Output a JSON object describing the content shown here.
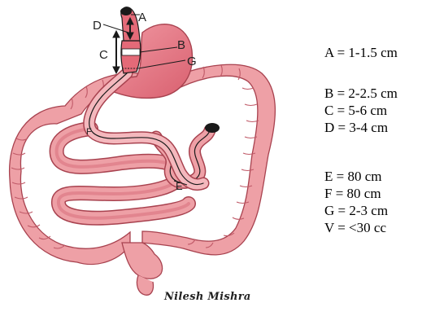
{
  "diagram": {
    "labels": {
      "a": "A",
      "b": "B",
      "c": "C",
      "d": "D",
      "e": "E",
      "f": "F",
      "g": "G"
    },
    "signature": "Nilesh Mishra"
  },
  "legend": {
    "groups": [
      {
        "items": [
          {
            "text": "A = 1-1.5 cm"
          }
        ]
      },
      {
        "items": [
          {
            "text": "B = 2-2.5 cm"
          },
          {
            "text": "C = 5-6 cm"
          },
          {
            "text": "D = 3-4 cm"
          }
        ]
      },
      {
        "items": [
          {
            "text": "E = 80 cm"
          },
          {
            "text": "F = 80 cm"
          },
          {
            "text": "G = 2-3 cm"
          },
          {
            "text": "V = <30 cc"
          }
        ]
      }
    ]
  },
  "colors": {
    "bowel_fill": "#eea0a6",
    "bowel_shade": "#d9707c",
    "bowel_edge": "#a8424f",
    "stomach_fill": "#e46a78",
    "outline": "#1a1a1a"
  }
}
